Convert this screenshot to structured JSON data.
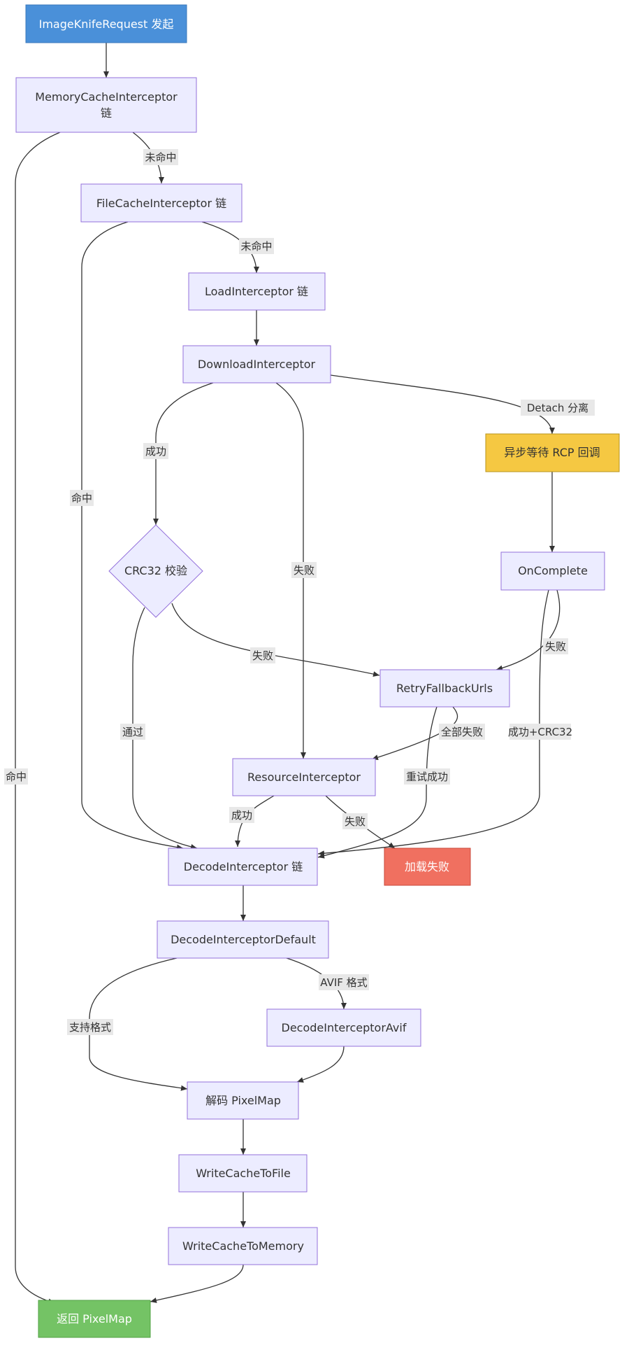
{
  "colors": {
    "node_fill": "#ececff",
    "node_stroke": "#9370db",
    "start_fill": "#4a90d9",
    "start_stroke": "#3a78bb",
    "wait_fill": "#f5c842",
    "wait_stroke": "#b8941e",
    "fail_fill": "#f07060",
    "fail_stroke": "#c84a3c",
    "success_fill": "#74c365",
    "success_stroke": "#52a044",
    "edge": "#333333",
    "label_bg": "#e8e8e8"
  },
  "nodes": {
    "start": {
      "label": "ImageKnifeRequest 发起"
    },
    "memory_cache": {
      "label_line1": "MemoryCacheInterceptor",
      "label_line2": "链"
    },
    "file_cache": {
      "label": "FileCacheInterceptor 链"
    },
    "load": {
      "label": "LoadInterceptor 链"
    },
    "download": {
      "label": "DownloadInterceptor"
    },
    "rcp_wait": {
      "label": "异步等待 RCP 回调"
    },
    "on_complete": {
      "label": "OnComplete"
    },
    "crc32": {
      "label": "CRC32 校验"
    },
    "retry": {
      "label": "RetryFallbackUrls"
    },
    "resource": {
      "label": "ResourceInterceptor"
    },
    "decode": {
      "label": "DecodeInterceptor 链"
    },
    "load_fail": {
      "label": "加载失败"
    },
    "decode_default": {
      "label": "DecodeInterceptorDefault"
    },
    "decode_avif": {
      "label": "DecodeInterceptorAvif"
    },
    "decode_pixelmap": {
      "label": "解码 PixelMap"
    },
    "write_file": {
      "label": "WriteCacheToFile"
    },
    "write_memory": {
      "label": "WriteCacheToMemory"
    },
    "return_pixelmap": {
      "label": "返回 PixelMap"
    }
  },
  "edge_labels": {
    "mem_miss": "未命中",
    "mem_hit": "命中",
    "file_miss": "未命中",
    "file_hit": "命中",
    "download_success": "成功",
    "download_fail": "失败",
    "detach": "Detach 分离",
    "complete_fail": "失败",
    "complete_success": "成功+CRC32",
    "crc_pass": "通过",
    "crc_fail": "失败",
    "retry_all_fail": "全部失败",
    "retry_success": "重试成功",
    "resource_success": "成功",
    "resource_fail": "失败",
    "avif_format": "AVIF 格式",
    "supported_format": "支持格式"
  }
}
